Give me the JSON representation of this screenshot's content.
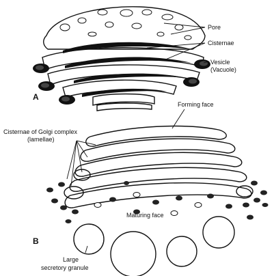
{
  "figure_a": {
    "tag": "A",
    "labels": {
      "pore": "Pore",
      "cisternae": "Cisternae",
      "vesicle_line1": "Vesicle",
      "vesicle_line2": "(Vacuole)"
    }
  },
  "figure_b": {
    "tag": "B",
    "labels": {
      "forming_face": "Forming face",
      "cisternae_line1": "Cisternae of Golgi complex",
      "cisternae_line2": "(lamellae)",
      "maturing_face": "Maturing face",
      "granule_line1": "Large",
      "granule_line2": "secretory granule"
    }
  },
  "palette": {
    "ink": "#111111",
    "paper": "#ffffff",
    "stipple": "#555555"
  }
}
